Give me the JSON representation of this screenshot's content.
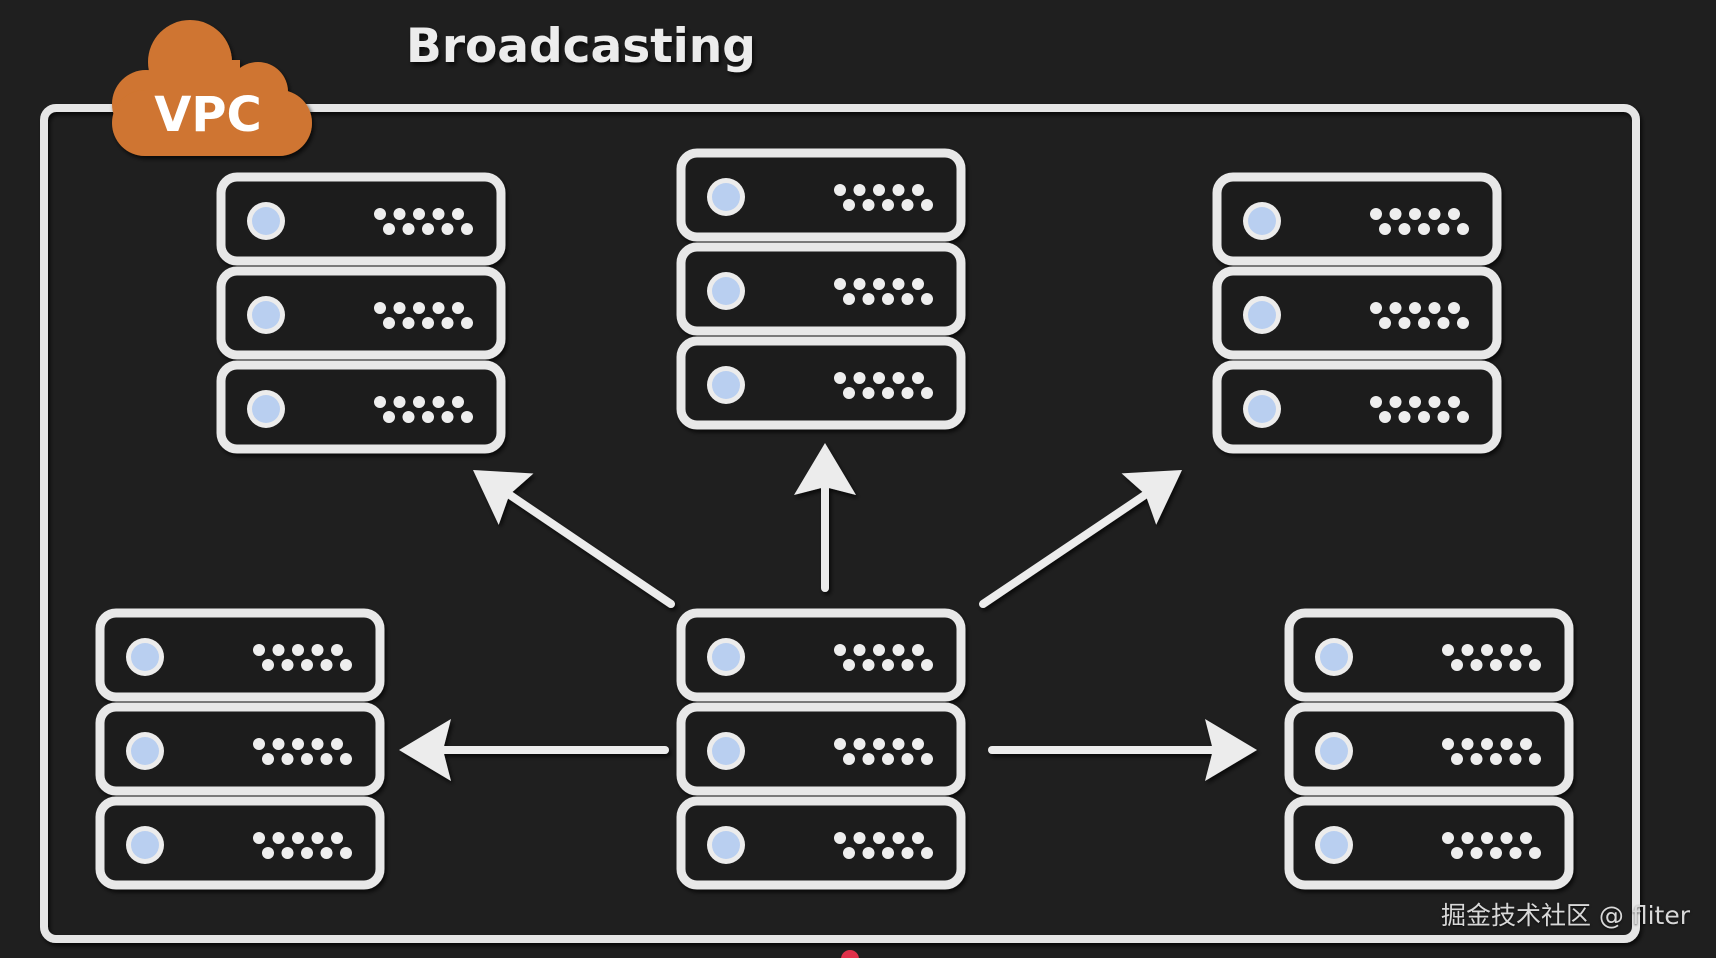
{
  "title": "Broadcasting",
  "vpc_label": "VPC",
  "watermark": "掘金技术社区 @ fliter",
  "colors": {
    "background": "#1f1f1f",
    "frame": "#e6e6e6",
    "cloud": "#cf7530",
    "server_outline": "#e8e8e8",
    "server_fill": "#1c1c1c",
    "indicator_ring": "#ececec",
    "indicator_fill": "#b9cff0",
    "arrow": "#ececec",
    "progress_dot": "#e0304a"
  },
  "servers": [
    {
      "id": "top-left",
      "role": "receiver",
      "units": 3
    },
    {
      "id": "top-center",
      "role": "receiver",
      "units": 3
    },
    {
      "id": "top-right",
      "role": "receiver",
      "units": 3
    },
    {
      "id": "bottom-left",
      "role": "receiver",
      "units": 3
    },
    {
      "id": "bottom-center",
      "role": "sender",
      "units": 3
    },
    {
      "id": "bottom-right",
      "role": "receiver",
      "units": 3
    }
  ],
  "arrows": [
    {
      "from": "bottom-center",
      "to": "top-left"
    },
    {
      "from": "bottom-center",
      "to": "top-center"
    },
    {
      "from": "bottom-center",
      "to": "top-right"
    },
    {
      "from": "bottom-center",
      "to": "bottom-left"
    },
    {
      "from": "bottom-center",
      "to": "bottom-right"
    }
  ],
  "icons": {
    "cloud": "cloud-icon",
    "server": "server-rack-icon",
    "arrow": "arrow-icon"
  }
}
